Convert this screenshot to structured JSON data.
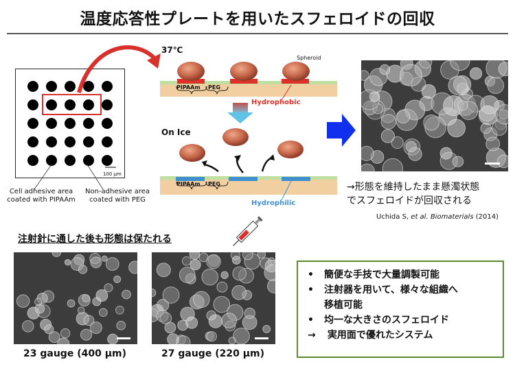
{
  "title": "温度応答性プレートを用いたスフェロイドの回収",
  "plate": {
    "scale_label": "100 µm",
    "cell_adhesive_label": "Cell adhesive area\ncoated with PIPAAm",
    "non_adhesive_label": "Non-adhesive area\ncoated with PEG"
  },
  "diagram": {
    "temp_37": "37℃",
    "on_ice": "On Ice",
    "spheroid": "Spheroid",
    "pipaam": "PIPAAm",
    "peg": "PEG",
    "pipaam2": "PIPAAm",
    "peg2": "PEG",
    "hydrophobic": "Hydrophobic",
    "hydrophilic": "Hydrophilic",
    "colors": {
      "hydrophobic": "#e0302a",
      "hydrophilic": "#3d8fd1",
      "arrow_blue": "#1030f0",
      "arrow_red": "#d8302a"
    }
  },
  "result": {
    "line1": "→形態を維持したまま懸濁状態",
    "line2": "でスフェロイドが回収される",
    "citation_author": "Uchida S, ",
    "citation_etal": "et al.",
    "citation_journal": " Biomaterials",
    "citation_year": " (2014)"
  },
  "needle": {
    "heading": "注射針に通した後も形態は保たれる",
    "gauge23": "23 gauge (400 µm)",
    "gauge27": "27 gauge (220 µm)"
  },
  "summary": {
    "bullet_char": "•",
    "arrow_char": "→",
    "item1": "簡便な手技で大量調製可能",
    "item2a": "注射器を用いて、様々な組織へ",
    "item2b": "移植可能",
    "item3": "均一な大きさのスフェロイド",
    "conclusion": "実用面で優れたシステム"
  }
}
